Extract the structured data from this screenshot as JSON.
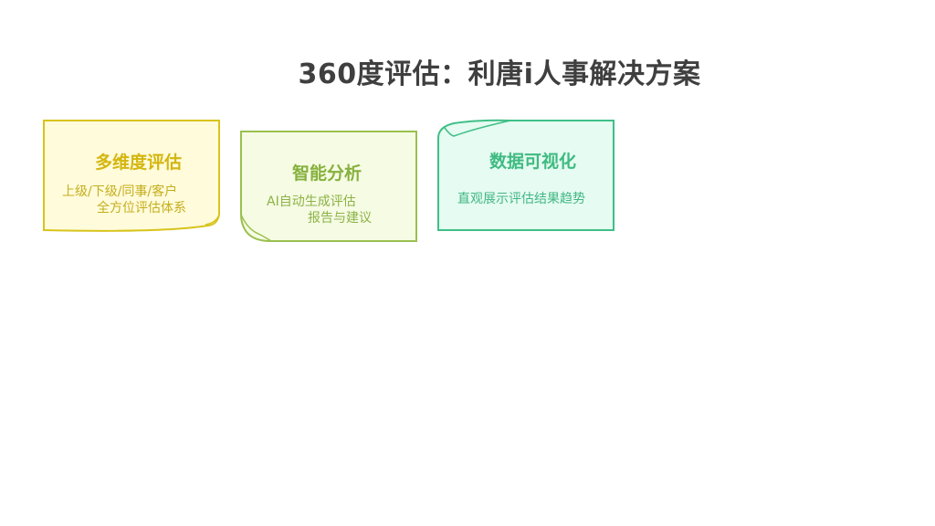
{
  "title": "360度评估：利唐i人事解决方案",
  "cards": [
    {
      "title": "多维度评估",
      "lines": [
        "上级/下级/同事/客户",
        "全方位评估体系"
      ],
      "fill": "#fffbdb",
      "stroke": "#d8c41b"
    },
    {
      "title": "智能分析",
      "lines": [
        "AI自动生成评估",
        "报告与建议"
      ],
      "fill": "#f6fbe4",
      "stroke": "#9ac04e"
    },
    {
      "title": "数据可视化",
      "lines": [
        "直观展示评估结果趋势"
      ],
      "fill": "#e6fbf1",
      "stroke": "#3fbf87"
    }
  ]
}
